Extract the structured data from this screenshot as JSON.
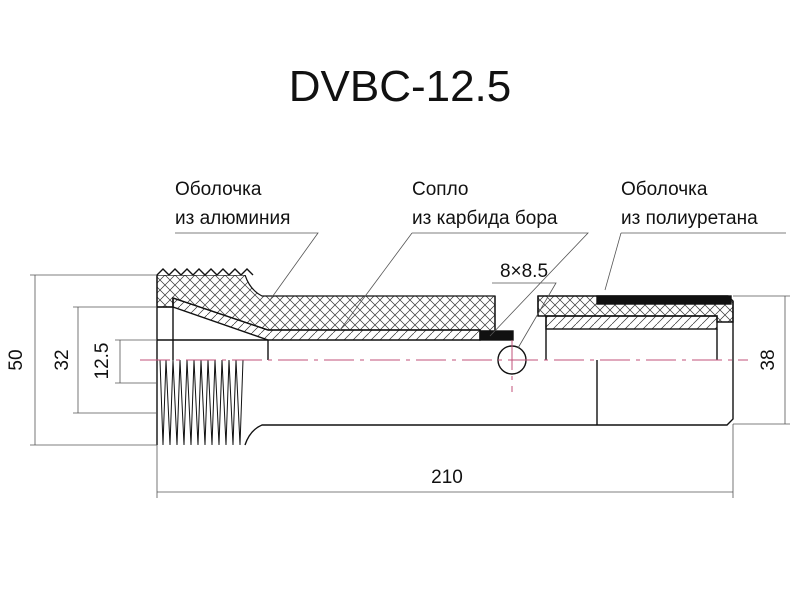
{
  "title": "DVBC-12.5",
  "labels": {
    "aluminum_shell": [
      "Оболочка",
      "из алюминия"
    ],
    "nozzle": [
      "Сопло",
      "из карбида бора"
    ],
    "polyurethane_shell": [
      "Оболочка",
      "из полиуретана"
    ]
  },
  "dimensions": {
    "outer_diameter": "50",
    "thread_diameter": "32",
    "bore_diameter": "12.5",
    "end_diameter": "38",
    "length": "210",
    "holes": "8×8.5"
  },
  "colors": {
    "line": "#111111",
    "centerline": "#c0507a",
    "hatch": "#333333"
  }
}
